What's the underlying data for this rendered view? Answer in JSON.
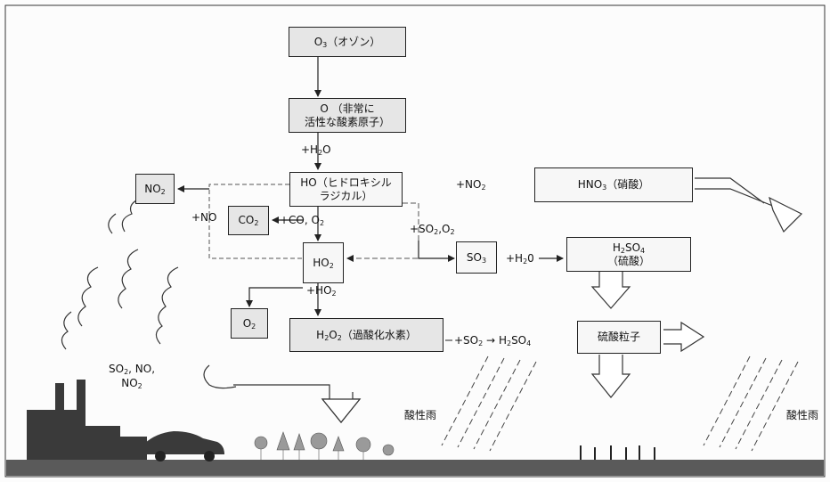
{
  "nodes": {
    "o3": {
      "main": "O",
      "sub": "3",
      "rest": "（オゾン）"
    },
    "o_atom": {
      "line1": "O  （非常に",
      "line2": "活性な酸素原子）"
    },
    "ho": {
      "main": "HO",
      "rest": "（ヒドロキシル",
      "line2": "ラジカル）"
    },
    "no2": {
      "main": "NO",
      "sub": "2"
    },
    "co2": {
      "main": "CO",
      "sub": "2"
    },
    "ho2": {
      "main": "HO",
      "sub": "2"
    },
    "o2": {
      "main": "O",
      "sub": "2"
    },
    "h2o2": {
      "a": "H",
      "s1": "2",
      "b": "O",
      "s2": "2",
      "rest": "（過酸化水素）"
    },
    "so3": {
      "main": "SO",
      "sub": "3"
    },
    "h2so4": {
      "a": "H",
      "s1": "2",
      "b": "SO",
      "s2": "4",
      "line2": "（硫酸）"
    },
    "hno3": {
      "main": "HNO",
      "sub": "3",
      "rest": "（硝酸）"
    },
    "sulfate": {
      "label": "硫酸粒子"
    }
  },
  "labels": {
    "plus_h2o_top": {
      "a": "+H",
      "s": "2",
      "b": "O"
    },
    "plus_no": "+NO",
    "plus_co_o2": {
      "a": "+CO, O",
      "s": "2"
    },
    "plus_no2": {
      "a": "+NO",
      "s": "2"
    },
    "plus_so2_o2": {
      "a": "+SO",
      "s1": "2",
      "b": ",O",
      "s2": "2"
    },
    "plus_h2o_right": {
      "a": "+H",
      "s": "2",
      "b": "0"
    },
    "plus_ho2": {
      "a": "+HO",
      "s": "2"
    },
    "plus_so2_h2so4": {
      "a": "+SO",
      "s1": "2",
      "arrow": "→",
      "b": "H",
      "s2": "2",
      "c": "SO",
      "s3": "4"
    },
    "emissions": {
      "l1a": "SO",
      "l1s": "2",
      "l1b": ", NO,",
      "l2a": "NO",
      "l2s": "2"
    },
    "acid_rain_1": "酸性雨",
    "acid_rain_2": "酸性雨"
  },
  "colors": {
    "box_gray": "#e6e6e6",
    "box_white": "#f7f7f7",
    "ground": "#5a5a5a",
    "line": "#222222"
  }
}
